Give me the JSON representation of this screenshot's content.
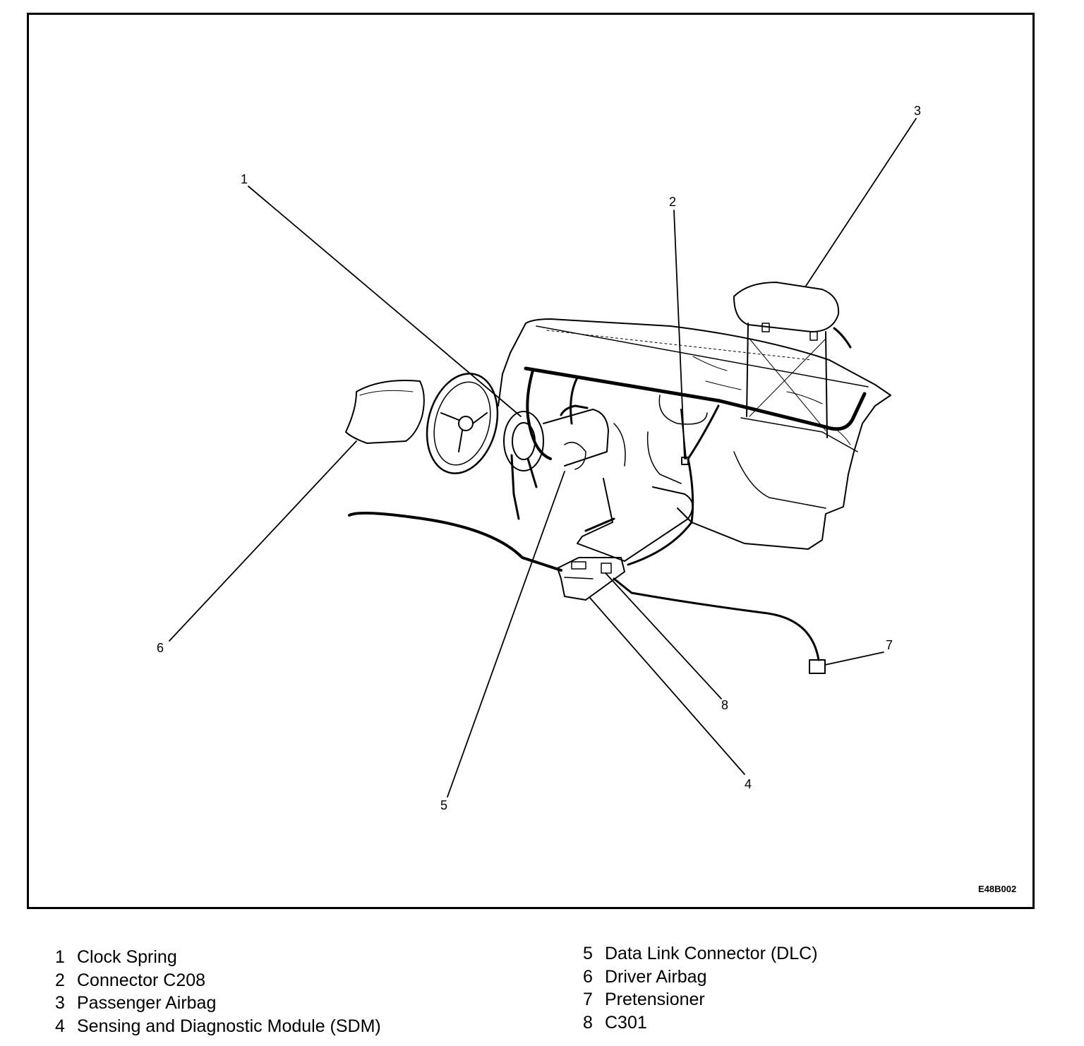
{
  "figure": {
    "code": "E48B002",
    "callouts": [
      {
        "number": "1"
      },
      {
        "number": "2"
      },
      {
        "number": "3"
      },
      {
        "number": "4"
      },
      {
        "number": "5"
      },
      {
        "number": "6"
      },
      {
        "number": "7"
      },
      {
        "number": "8"
      }
    ]
  },
  "legend": {
    "left": [
      {
        "number": "1",
        "label": "Clock Spring"
      },
      {
        "number": "2",
        "label": "Connector C208"
      },
      {
        "number": "3",
        "label": "Passenger Airbag"
      },
      {
        "number": "4",
        "label": "Sensing and Diagnostic Module (SDM)"
      }
    ],
    "right": [
      {
        "number": "5",
        "label": "Data Link Connector (DLC)"
      },
      {
        "number": "6",
        "label": "Driver Airbag"
      },
      {
        "number": "7",
        "label": "Pretensioner"
      },
      {
        "number": "8",
        "label": "C301"
      }
    ]
  }
}
